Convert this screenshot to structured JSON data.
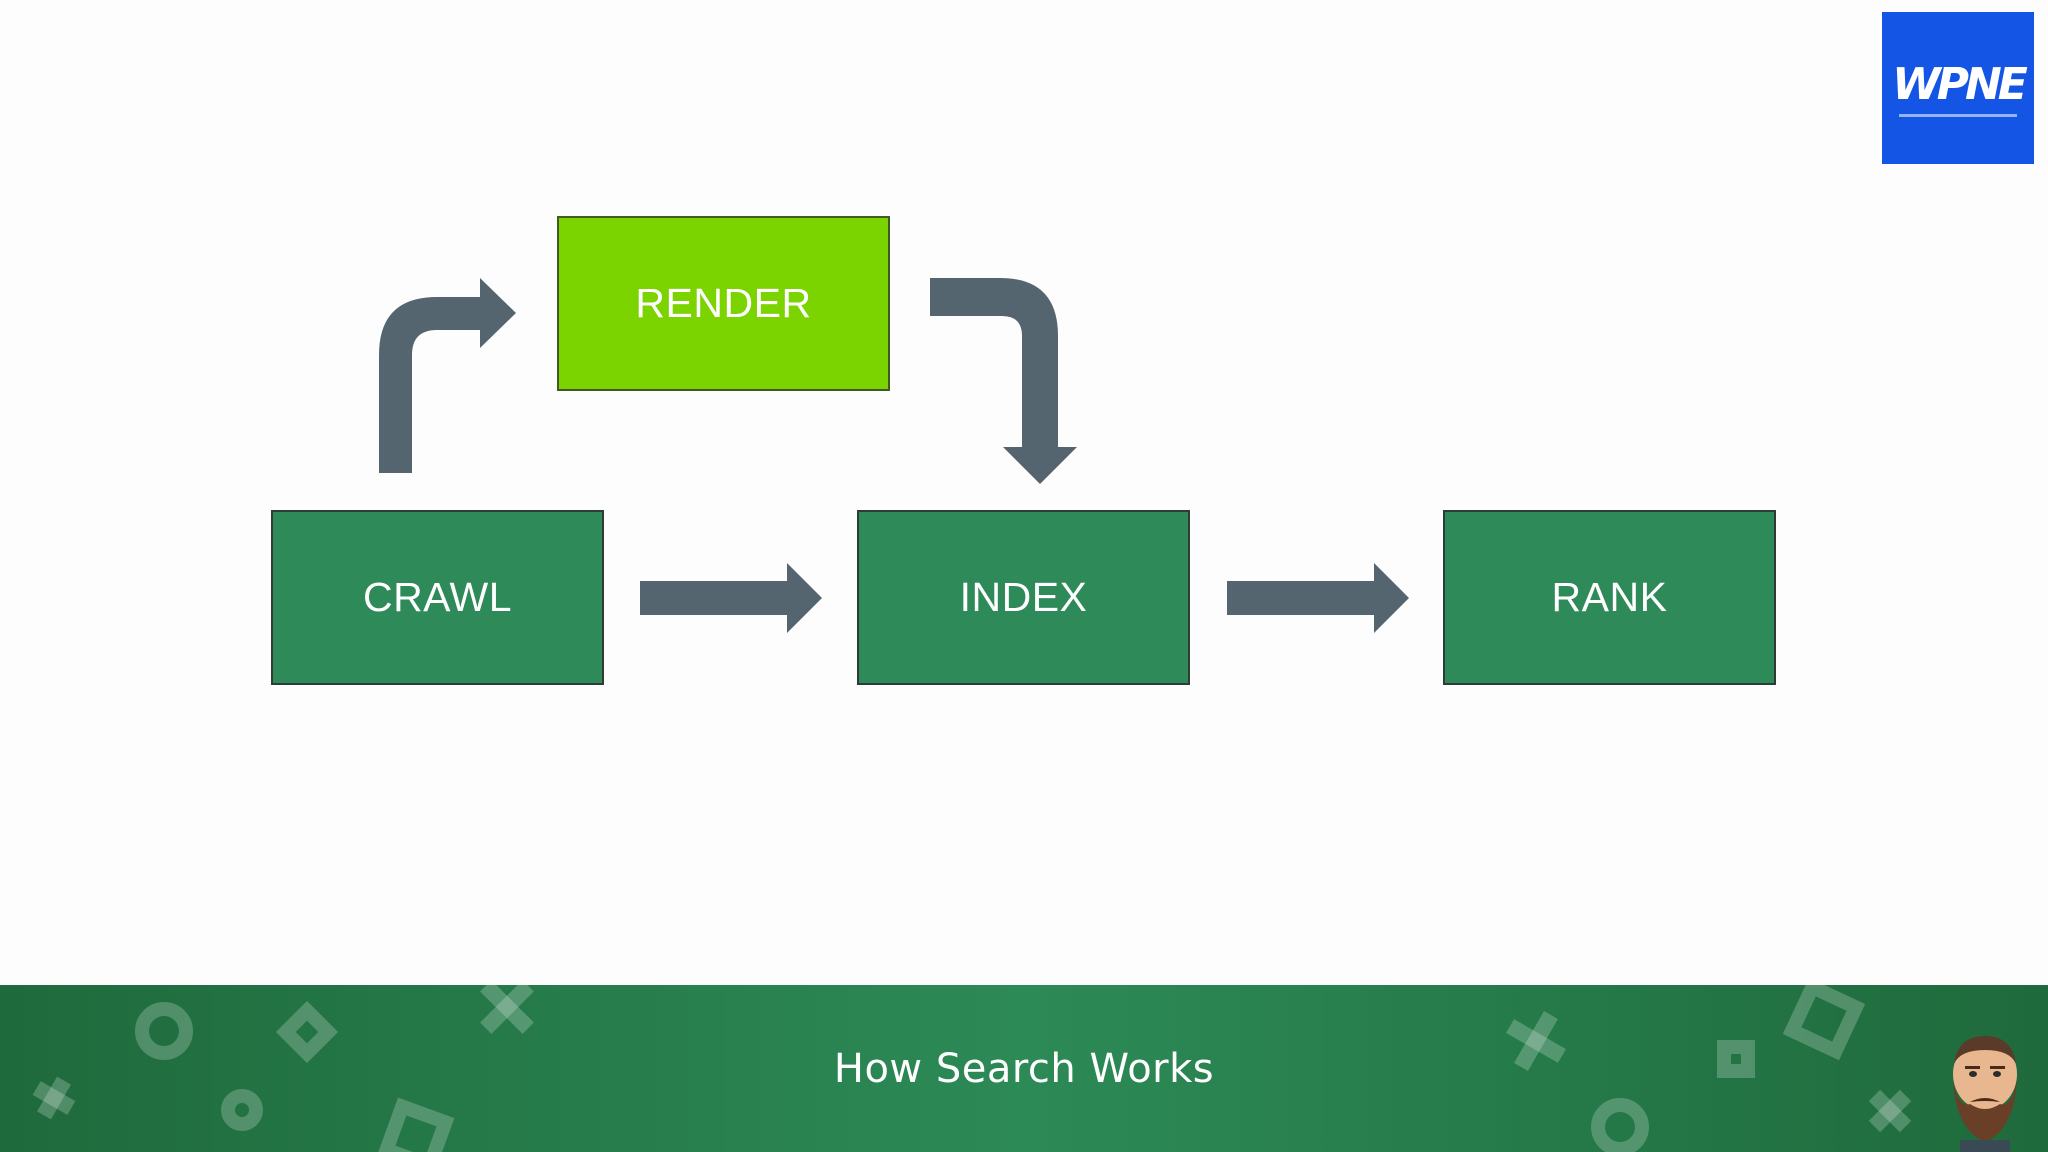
{
  "diagram": {
    "nodes": {
      "crawl": "CRAWL",
      "render": "RENDER",
      "index": "INDEX",
      "rank": "RANK"
    },
    "edges": [
      {
        "from": "crawl",
        "to": "render"
      },
      {
        "from": "render",
        "to": "index"
      },
      {
        "from": "crawl",
        "to": "index"
      },
      {
        "from": "index",
        "to": "rank"
      }
    ]
  },
  "logo": {
    "text": "WPNE"
  },
  "footer": {
    "title": "How Search Works"
  },
  "colors": {
    "node_dark": "#2e8a58",
    "node_render": "#7bd300",
    "arrow": "#546570",
    "footer": "#2c8a56",
    "logo": "#1455e6"
  },
  "icons": [
    "presenter-avatar-icon",
    "circle-deco-icon",
    "diamond-deco-icon",
    "cross-deco-icon",
    "square-deco-icon"
  ]
}
